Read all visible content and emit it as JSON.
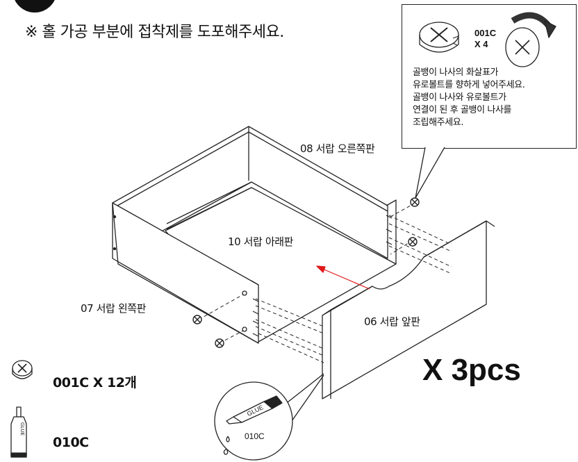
{
  "instruction": "※ 홀 가공 부분에 접착제를 도포해주세요.",
  "callout": {
    "part_code": "001C",
    "part_qty": "X 4",
    "note_lines": [
      "골뱅이 나사의 화살표가",
      "유로볼트를 향하게 넣어주세요.",
      "골뱅이 나사와 유로볼트가",
      "연결이 된 후 골뱅이 나사를",
      "조립해주세요."
    ]
  },
  "panels": {
    "back": "08 서랍 오른쪽판",
    "bottom": "10 서랍 아래판",
    "left": "07 서랍 왼쪽판",
    "front": "06 서랍 앞판"
  },
  "glue_callout_label": "010C",
  "glue_tube_text": "GLUE",
  "quantity_label": "X 3pcs",
  "parts_list": [
    {
      "code": "001C X 12개",
      "icon": "cam-lock-icon"
    },
    {
      "code": "010C",
      "icon": "glue-tube-icon"
    }
  ],
  "colors": {
    "arrow": "#e0191b",
    "line": "#222222"
  }
}
